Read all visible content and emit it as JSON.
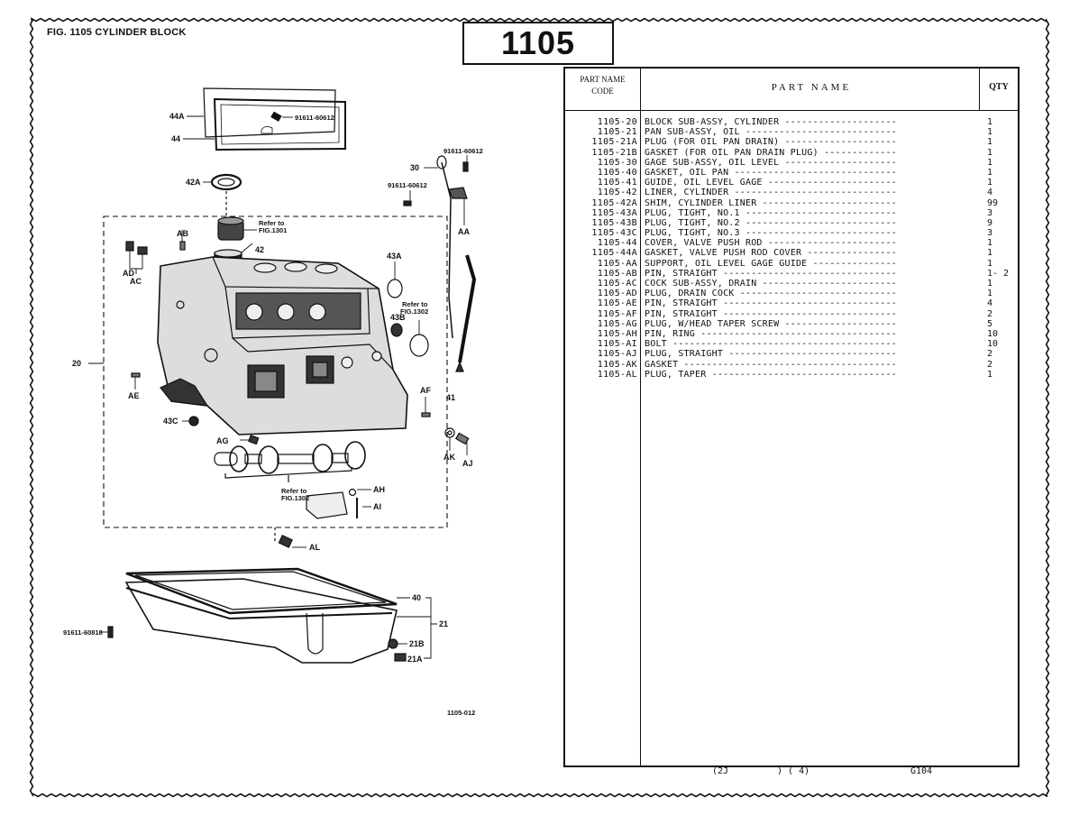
{
  "figure": {
    "title": "FIG. 1105   CYLINDER BLOCK",
    "number": "1105",
    "drawing_code": "1105-012"
  },
  "table": {
    "headers": {
      "code_line1": "PART NAME",
      "code_line2": "CODE",
      "name": "PART   NAME",
      "qty": "QTY"
    },
    "rows": [
      {
        "code": "1105-20",
        "name": "BLOCK SUB-ASSY, CYLINDER",
        "qty": "1"
      },
      {
        "code": "1105-21",
        "name": "PAN SUB-ASSY, OIL",
        "qty": "1"
      },
      {
        "code": "1105-21A",
        "name": "PLUG (FOR OIL PAN DRAIN)",
        "qty": "1"
      },
      {
        "code": "1105-21B",
        "name": "GASKET (FOR OIL PAN DRAIN PLUG)",
        "qty": "1"
      },
      {
        "code": "1105-30",
        "name": "GAGE SUB-ASSY, OIL LEVEL",
        "qty": "1"
      },
      {
        "code": "1105-40",
        "name": "GASKET, OIL PAN",
        "qty": "1"
      },
      {
        "code": "1105-41",
        "name": "GUIDE, OIL LEVEL GAGE",
        "qty": "1"
      },
      {
        "code": "1105-42",
        "name": "LINER, CYLINDER",
        "qty": "4"
      },
      {
        "code": "1105-42A",
        "name": "SHIM, CYLINDER LINER",
        "qty": "99"
      },
      {
        "code": "1105-43A",
        "name": "PLUG, TIGHT, NO.1",
        "qty": "3"
      },
      {
        "code": "1105-43B",
        "name": "PLUG, TIGHT, NO.2",
        "qty": "9"
      },
      {
        "code": "1105-43C",
        "name": "PLUG, TIGHT, NO.3",
        "qty": "3"
      },
      {
        "code": "1105-44",
        "name": "COVER, VALVE PUSH ROD",
        "qty": "1"
      },
      {
        "code": "1105-44A",
        "name": "GASKET, VALVE PUSH ROD COVER",
        "qty": "1"
      },
      {
        "code": "1105-AA",
        "name": "SUPPORT, OIL LEVEL GAGE GUIDE",
        "qty": "1"
      },
      {
        "code": "1105-AB",
        "name": "PIN, STRAIGHT",
        "qty": "1- 2"
      },
      {
        "code": "1105-AC",
        "name": "COCK SUB-ASSY, DRAIN",
        "qty": "1"
      },
      {
        "code": "1105-AD",
        "name": "PLUG, DRAIN COCK",
        "qty": "1"
      },
      {
        "code": "1105-AE",
        "name": "PIN, STRAIGHT",
        "qty": "4"
      },
      {
        "code": "1105-AF",
        "name": "PIN, STRAIGHT",
        "qty": "2"
      },
      {
        "code": "1105-AG",
        "name": "PLUG, W/HEAD TAPER SCREW",
        "qty": "5"
      },
      {
        "code": "1105-AH",
        "name": "PIN, RING",
        "qty": "10"
      },
      {
        "code": "1105-AI",
        "name": "BOLT",
        "qty": "10"
      },
      {
        "code": "1105-AJ",
        "name": "PLUG, STRAIGHT",
        "qty": "2"
      },
      {
        "code": "1105-AK",
        "name": "GASKET",
        "qty": "2"
      },
      {
        "code": "1105-AL",
        "name": "PLUG, TAPER",
        "qty": "1"
      }
    ]
  },
  "footer": {
    "left": "(2J",
    "middle": ") (    4)",
    "right": "G104"
  },
  "callouts": {
    "c44A": "44A",
    "c44": "44",
    "bolt_cover": "91611-60612",
    "c30": "30",
    "bolt_gage_right": "91611-60612",
    "bolt_gage_left": "91611-60612",
    "cAA": "AA",
    "c42A": "42A",
    "refer_piston_1": "Refer to",
    "refer_piston_2": "FIG.1301",
    "cAB": "AB",
    "c42": "42",
    "cAD": "AD",
    "cAC": "AC",
    "c43A": "43A",
    "refer_cam_side_1": "Refer to",
    "refer_cam_side_2": "FIG.1302",
    "c43B": "43B",
    "c20": "20",
    "cAE": "AE",
    "c41": "41",
    "cAF": "AF",
    "c43C": "43C",
    "cAG": "AG",
    "cAK": "AK",
    "cAJ": "AJ",
    "refer_cam_1": "Refer to",
    "refer_cam_2": "FIG.1302",
    "cAH": "AH",
    "cAI": "AI",
    "cAL": "AL",
    "bolt_pan": "91611-60818",
    "c40": "40",
    "c21": "21",
    "c21B": "21B",
    "c21A": "21A"
  }
}
